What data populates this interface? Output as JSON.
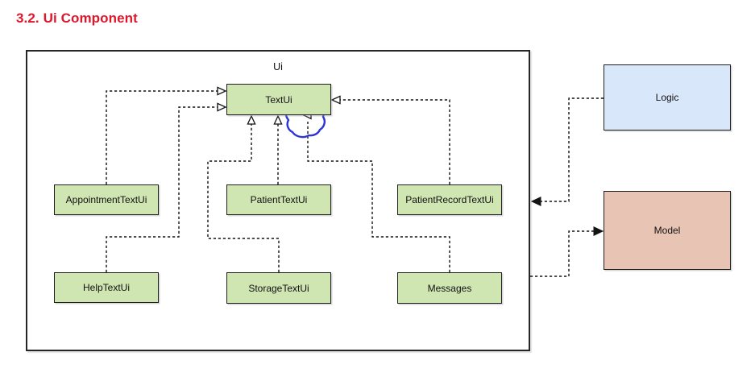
{
  "title": {
    "text": "3.2. Ui Component",
    "color": "#e0162b"
  },
  "diagram": {
    "container": {
      "label": "Ui"
    },
    "nodes": {
      "textui": {
        "label": "TextUi"
      },
      "appointment": {
        "label": "AppointmentTextUi"
      },
      "patient": {
        "label": "PatientTextUi"
      },
      "patientrecord": {
        "label": "PatientRecordTextUi"
      },
      "help": {
        "label": "HelpTextUi"
      },
      "storage": {
        "label": "StorageTextUi"
      },
      "messages": {
        "label": "Messages"
      },
      "logic": {
        "label": "Logic"
      },
      "model": {
        "label": "Model"
      }
    },
    "colors": {
      "green_fill": "#cfe5b2",
      "blue_fill": "#d9e7fb",
      "salmon_fill": "#e7c4b3",
      "line": "#141414",
      "annotation": "#2b35d8"
    },
    "edges": [
      {
        "from": "AppointmentTextUi",
        "to": "TextUi",
        "line": "dashed",
        "arrow": "hollow-triangle"
      },
      {
        "from": "HelpTextUi",
        "to": "TextUi",
        "line": "dashed",
        "arrow": "hollow-triangle"
      },
      {
        "from": "PatientTextUi",
        "to": "TextUi",
        "line": "dashed",
        "arrow": "hollow-triangle"
      },
      {
        "from": "StorageTextUi",
        "to": "TextUi",
        "line": "dashed",
        "arrow": "hollow-triangle"
      },
      {
        "from": "PatientRecordTextUi",
        "to": "TextUi",
        "line": "dashed",
        "arrow": "hollow-triangle"
      },
      {
        "from": "Messages",
        "to": "TextUi",
        "line": "dashed",
        "arrow": "hollow-triangle-sideways"
      },
      {
        "from": "Logic",
        "to": "Ui",
        "line": "dashed",
        "arrow": "filled-triangle"
      },
      {
        "from": "Ui",
        "to": "Model",
        "line": "dashed",
        "arrow": "filled-triangle"
      }
    ],
    "annotation": {
      "shape": "hand-drawn-circle",
      "marks": "sideways arrowhead at bottom edge of TextUi"
    }
  }
}
